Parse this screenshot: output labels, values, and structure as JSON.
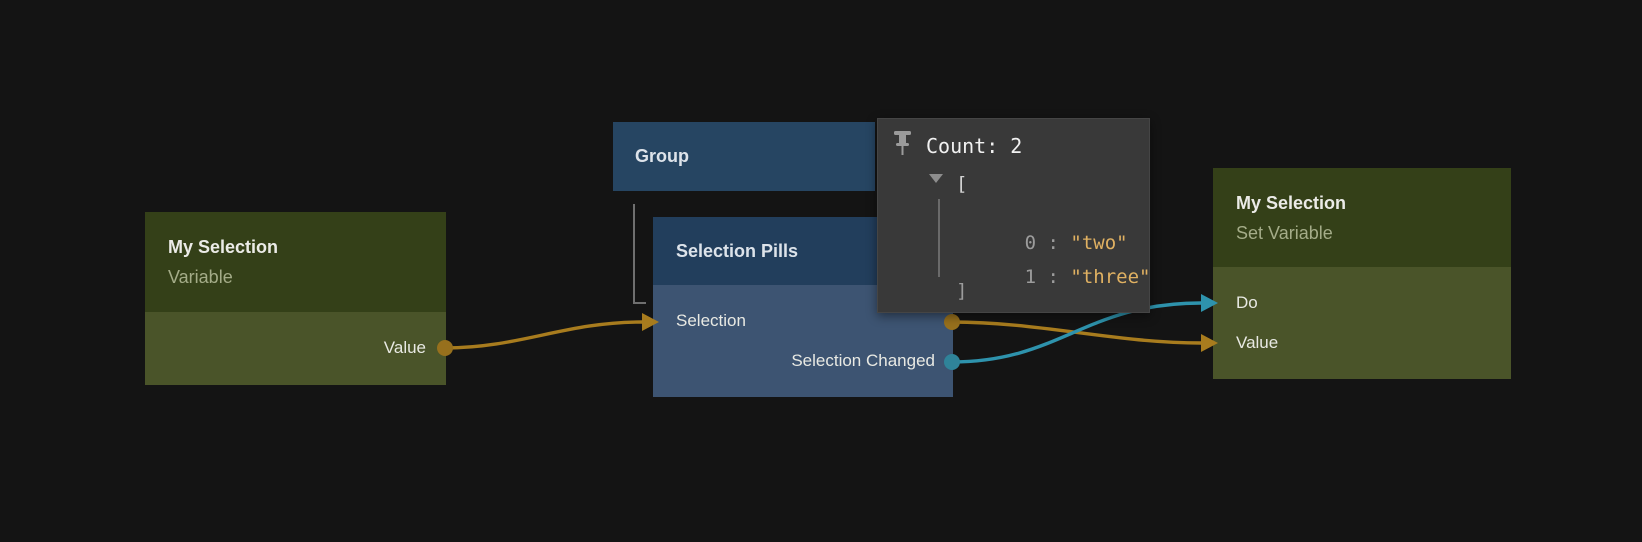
{
  "canvas": {
    "background": "#141414"
  },
  "colors": {
    "variable_node_header": "#344018",
    "variable_node_body": "#4a5429",
    "blue_node_header": "#223e5c",
    "blue_node_body": "#3d5472",
    "group_header": "#264562",
    "wire_amber": "#a87c1e",
    "wire_teal": "#2e93ad",
    "tooltip_background": "#393939",
    "tooltip_string_color": "#e0b162",
    "hierarchy_line": "#6f6f6f"
  },
  "nodes": {
    "variable": {
      "title": "My Selection",
      "subtitle": "Variable",
      "outputs": [
        {
          "label": "Value"
        }
      ]
    },
    "group": {
      "title": "Group"
    },
    "selection_pills": {
      "title": "Selection Pills",
      "ports": [
        {
          "label": "Selection",
          "direction": "input+output"
        },
        {
          "label": "Selection Changed",
          "direction": "output"
        }
      ]
    },
    "set_variable": {
      "title": "My Selection",
      "subtitle": "Set Variable",
      "inputs": [
        {
          "label": "Do"
        },
        {
          "label": "Value"
        }
      ]
    }
  },
  "hierarchy": {
    "parent": "Group",
    "child": "Selection Pills"
  },
  "connections": [
    {
      "from": "My Selection (Variable).Value",
      "to": "Selection Pills.Selection",
      "color": "#a87c1e"
    },
    {
      "from": "Selection Pills.Selection",
      "to": "My Selection (Set Variable).Value",
      "color": "#a87c1e"
    },
    {
      "from": "Selection Pills.Selection Changed",
      "to": "My Selection (Set Variable).Do",
      "color": "#2e93ad"
    }
  ],
  "tooltip": {
    "pin_icon": "pushpin-icon",
    "collapse_icon": "triangle-down-icon",
    "title": "Count: 2",
    "open_bracket": "[",
    "close_bracket": "]",
    "items": [
      {
        "label": "0 : ",
        "value": "\"two\""
      },
      {
        "label": "1 : ",
        "value": "\"three\""
      }
    ]
  }
}
